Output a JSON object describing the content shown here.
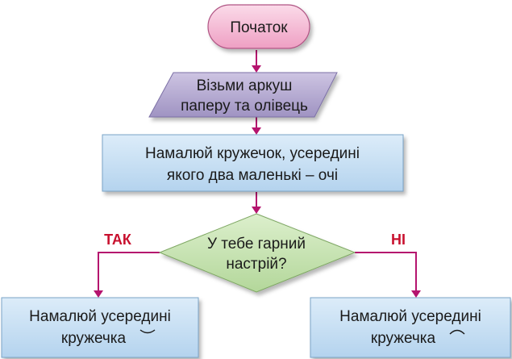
{
  "diagram": {
    "start": {
      "label": "Початок"
    },
    "input": {
      "line1": "Візьми аркуш",
      "line2": "паперу та олівець"
    },
    "draw_circle": {
      "line1": "Намалюй кружечок, усередині",
      "line2": "якого два маленькі – очі"
    },
    "decision": {
      "line1": "У тебе гарний",
      "line2": "настрій?"
    },
    "branch_yes": {
      "label": "ТАК"
    },
    "branch_no": {
      "label": "НІ"
    },
    "yes_action": {
      "line1": "Намалюй усередині",
      "line2": "кружечка"
    },
    "no_action": {
      "line1": "Намалюй усередині",
      "line2": "кружечка"
    },
    "colors": {
      "start_fill": "#f3b9d2",
      "input_fill": "#b3a8cf",
      "process_fill": "#c7e0f4",
      "decision_fill": "#c9e3b6",
      "connector": "#b5146e",
      "branch_label": "#c8102e"
    }
  }
}
